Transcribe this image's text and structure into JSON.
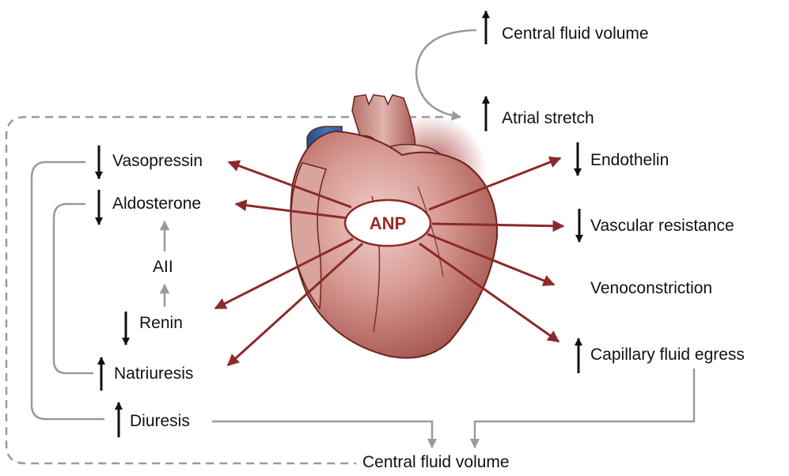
{
  "center": {
    "label": "ANP"
  },
  "colors": {
    "effect_arrow": "#8b2a2a",
    "feedback_arrow": "#9a9a9a",
    "heart_fill": "#c98a82",
    "heart_shadow": "#9e4a44",
    "vessel_blue": "#2c5f9a",
    "indicator": "#111111"
  },
  "top": {
    "central_fluid_volume": {
      "text": "Central fluid volume",
      "direction": "up"
    },
    "atrial_stretch": {
      "text": "Atrial stretch",
      "direction": "up"
    }
  },
  "left": {
    "vasopressin": {
      "text": "Vasopressin",
      "direction": "down"
    },
    "aldosterone": {
      "text": "Aldosterone",
      "direction": "down"
    },
    "aii": {
      "text": "AII"
    },
    "renin": {
      "text": "Renin",
      "direction": "down"
    },
    "natriuresis": {
      "text": "Natriuresis",
      "direction": "up"
    },
    "diuresis": {
      "text": "Diuresis",
      "direction": "up"
    }
  },
  "right": {
    "endothelin": {
      "text": "Endothelin",
      "direction": "down"
    },
    "vascular_resistance": {
      "text": "Vascular resistance",
      "direction": "down"
    },
    "venoconstriction": {
      "text": "Venoconstriction"
    },
    "capillary_fluid_egress": {
      "text": "Capillary fluid egress",
      "direction": "up"
    }
  },
  "bottom": {
    "central_fluid_volume": {
      "text": "Central fluid volume"
    }
  }
}
